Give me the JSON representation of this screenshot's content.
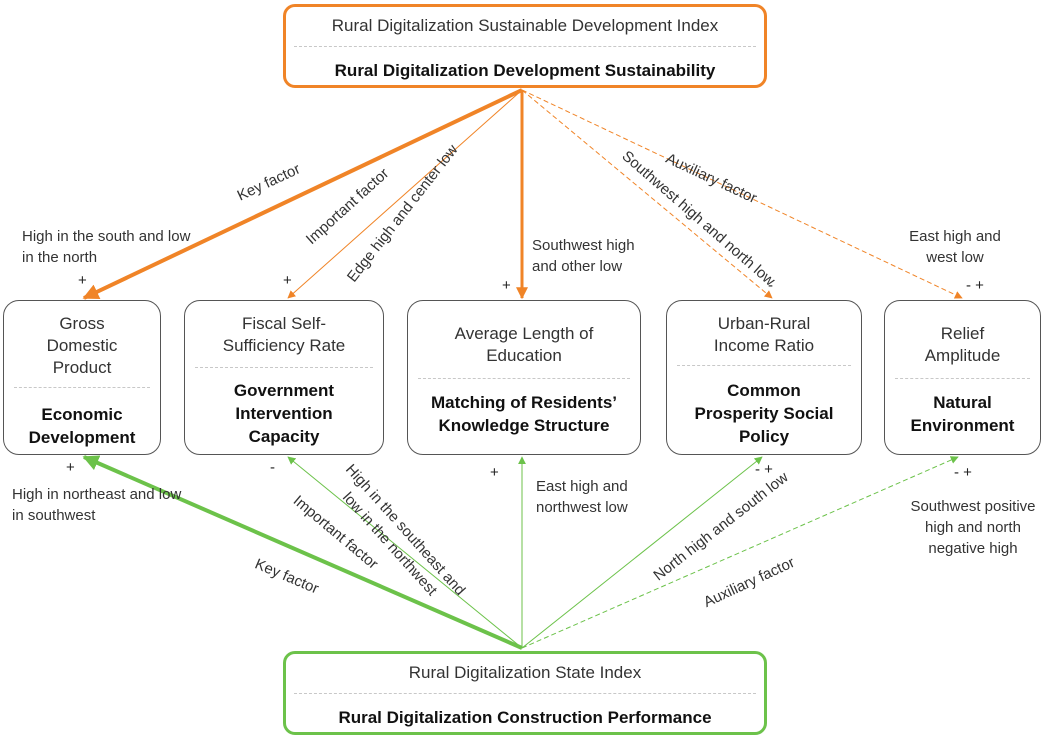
{
  "top_box": {
    "index": "Rural Digitalization Sustainable Development Index",
    "concept": "Rural Digitalization Development Sustainability"
  },
  "bottom_box": {
    "index": "Rural Digitalization State Index",
    "concept": "Rural Digitalization Construction Performance"
  },
  "factors": [
    {
      "indicator": "Gross Domestic Product",
      "dimension": "Economic Development",
      "top_pattern": "High in the south and low in the north",
      "top_sign": "+",
      "top_factor": "Key factor",
      "bottom_pattern": "High in northeast and low in southwest",
      "bottom_sign": "+",
      "bottom_factor": "Key factor"
    },
    {
      "indicator": "Fiscal Self-Sufficiency Rate",
      "dimension": "Government Intervention Capacity",
      "top_pattern": "Edge high and center low",
      "top_sign": "+",
      "top_factor": "Important factor",
      "bottom_pattern": "High in the southeast and low in the northwest",
      "bottom_sign": "-",
      "bottom_factor": "Important factor"
    },
    {
      "indicator": "Average Length of Education",
      "dimension": "Matching of Residents’ Knowledge Structure",
      "top_pattern": "Southwest high and other low",
      "top_sign": "+",
      "bottom_pattern": "East high and northwest low",
      "bottom_sign": "+"
    },
    {
      "indicator": "Urban-Rural Income Ratio",
      "dimension": "Common Prosperity Social Policy",
      "top_pattern": "Southwest high and north low",
      "top_sign": "-",
      "top_factor": "Auxiliary factor",
      "bottom_pattern": "North high and south low",
      "bottom_sign": "- +",
      "bottom_factor": "Auxiliary factor"
    },
    {
      "indicator": "Relief Amplitude",
      "dimension": "Natural Environment",
      "top_pattern": "East high and west low",
      "top_sign": "- +",
      "bottom_pattern": "Southwest positive high and north negative high",
      "bottom_sign": "- +"
    }
  ],
  "colors": {
    "top": "#f08427",
    "bottom": "#6cc24a",
    "box_border": "#555555"
  }
}
